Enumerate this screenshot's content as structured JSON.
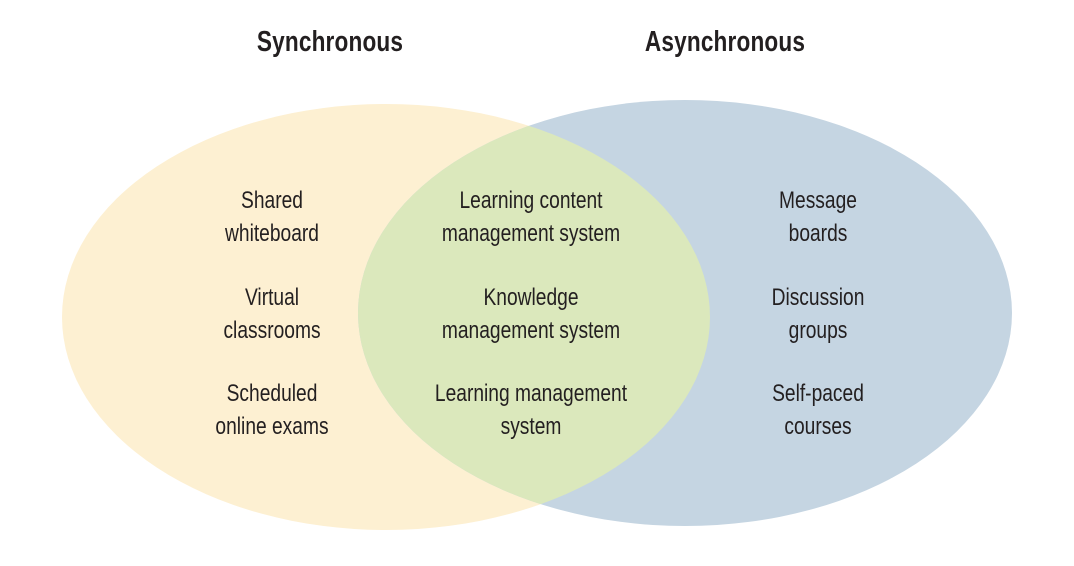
{
  "diagram": {
    "type": "venn",
    "colors": {
      "left": "#fdf0d2",
      "right": "#c5d5e2",
      "overlap": "#dbe8bc",
      "text": "#231f20"
    },
    "sets": {
      "left": {
        "title": "Synchronous",
        "items": [
          {
            "line1": "Shared",
            "line2": "whiteboard"
          },
          {
            "line1": "Virtual",
            "line2": "classrooms"
          },
          {
            "line1": "Scheduled",
            "line2": "online exams"
          }
        ]
      },
      "overlap": {
        "items": [
          {
            "line1": "Learning content",
            "line2": "management system"
          },
          {
            "line1": "Knowledge",
            "line2": "management system"
          },
          {
            "line1": "Learning management",
            "line2": "system"
          }
        ]
      },
      "right": {
        "title": "Asynchronous",
        "items": [
          {
            "line1": "Message",
            "line2": "boards"
          },
          {
            "line1": "Discussion",
            "line2": "groups"
          },
          {
            "line1": "Self-paced",
            "line2": "courses"
          }
        ]
      }
    }
  }
}
